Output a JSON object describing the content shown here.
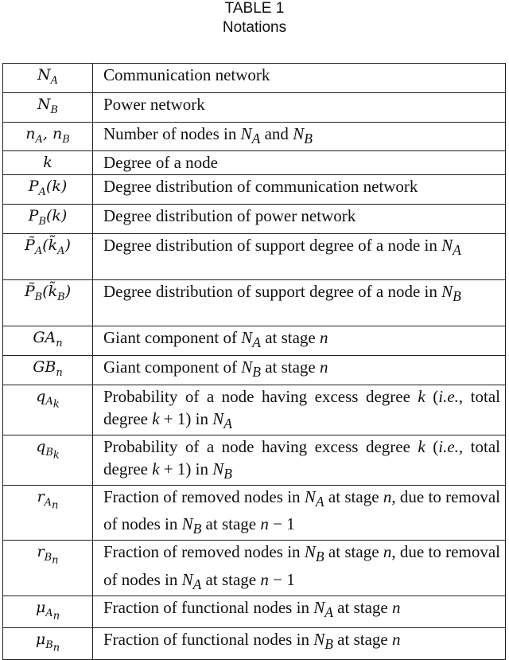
{
  "caption": {
    "label": "TABLE 1",
    "title": "Notations"
  },
  "rows": [
    {
      "symbol": "N_A",
      "description": "Communication network"
    },
    {
      "symbol": "N_B",
      "description": "Power network"
    },
    {
      "symbol": "n_A, n_B",
      "description": "Number of nodes in N_A and N_B"
    },
    {
      "symbol": "k",
      "description": "Degree of a node"
    },
    {
      "symbol": "P_A(k)",
      "description": "Degree distribution of communication network"
    },
    {
      "symbol": "P_B(k)",
      "description": "Degree distribution of power network"
    },
    {
      "symbol": "~P_A(~k_A)",
      "description": "Degree distribution of support degree of a node in N_A"
    },
    {
      "symbol": "~P_B(~k_B)",
      "description": "Degree distribution of support degree of a node in N_B"
    },
    {
      "symbol": "GA_n",
      "description": "Giant component of N_A at stage n"
    },
    {
      "symbol": "GB_n",
      "description": "Giant component of N_B at stage n"
    },
    {
      "symbol": "q_{A_k}",
      "description": "Probability of a node having excess degree k (i.e., total degree k + 1) in N_A"
    },
    {
      "symbol": "q_{B_k}",
      "description": "Probability of a node having excess degree k (i.e., total degree k + 1) in N_B"
    },
    {
      "symbol": "r_{A_n}",
      "description": "Fraction of removed nodes in N_A at stage n, due to removal of nodes in N_B at stage n − 1"
    },
    {
      "symbol": "r_{B_n}",
      "description": "Fraction of removed nodes in N_B at stage n, due to removal of nodes in N_A at stage n − 1"
    },
    {
      "symbol": "μ_{A_n}",
      "description": "Fraction of functional nodes in N_A at stage n"
    },
    {
      "symbol": "μ_{B_n}",
      "description": "Fraction of functional nodes in N_B at stage n"
    }
  ]
}
